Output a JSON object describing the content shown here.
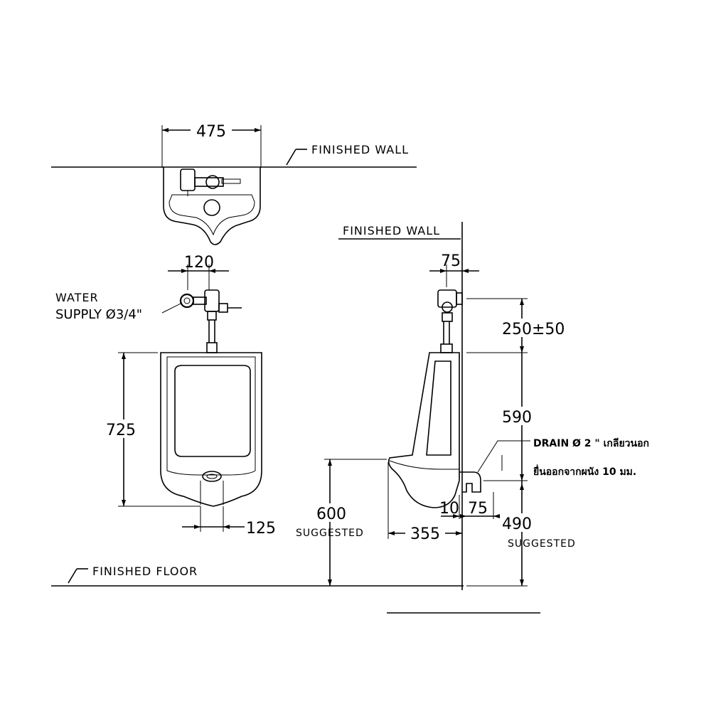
{
  "labels": {
    "finished_wall_top": "FINISHED WALL",
    "finished_wall_side": "FINISHED WALL",
    "finished_floor": "FINISHED FLOOR",
    "water_supply_1": "WATER",
    "water_supply_2": "SUPPLY Ø3/4\"",
    "drain_1": "DRAIN Ø 2 \"",
    "drain_1_thai": "เกลียวนอก",
    "drain_2": "ยื่นออกจากผนัง 10 มม.",
    "suggested_600": "SUGGESTED",
    "suggested_490": "SUGGESTED"
  },
  "dimensions": {
    "width_top": "475",
    "supply_offset": "120",
    "height_front": "725",
    "outlet_width": "125",
    "floor_to_lip": "600",
    "depth": "355",
    "wall_offset": "75",
    "valve_height": "250±50",
    "body_height": "590",
    "drain_projection": "10",
    "drain_offset": "75",
    "floor_to_drain": "490"
  }
}
